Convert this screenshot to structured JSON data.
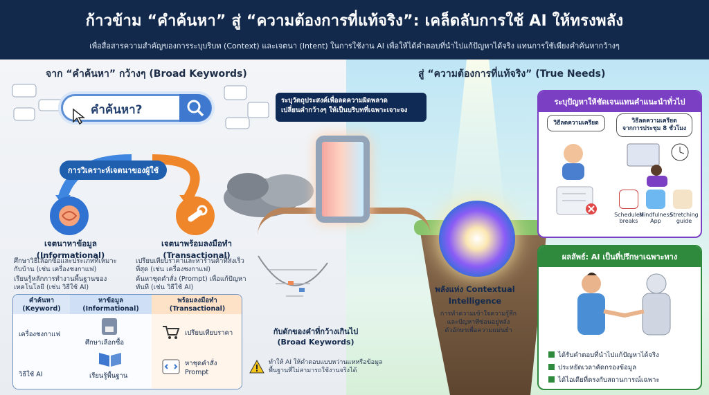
{
  "header": {
    "title": "ก้าวข้าม “คำค้นหา” สู่ “ความต้องการที่แท้จริง”: เคล็ดลับการใช้ AI ให้ทรงพลัง",
    "subtitle": "เพื่อสื่อสารความสำคัญของการระบุบริบท (Context) และเจตนา (Intent) ในการใช้งาน AI เพื่อให้ได้คำตอบที่นำไปแก้ปัญหาได้จริง แทนการใช้เพียงคำค้นหากว้างๆ"
  },
  "left": {
    "title": "จาก “คำค้นหา” กว้างๆ (Broad Keywords)",
    "search_text": "คำค้นหา?",
    "intent_pill": "การวิเคราะห์เจตนาของผู้ใช้",
    "informational": {
      "title": "เจตนาหาข้อมูล\n(Informational)",
      "bullets": [
        "ศึกษาวิธีเลือกซื้อและประเภทที่เหมาะกับบ้าน (เช่น เครื่องชงกาแฟ)",
        "เรียนรู้หลักการทำงานพื้นฐานของเทคโนโลยี (เช่น วิธีใช้ AI)"
      ]
    },
    "transactional": {
      "title": "เจตนาพร้อมลงมือทำ\n(Transactional)",
      "bullets": [
        "เปรียบเทียบราคาและหาร้านค้าที่ส่งเร็วที่สุด (เช่น เครื่องชงกาแฟ)",
        "ค้นหาชุดคำสั่ง (Prompt) เพื่อแก้ปัญหาทันที (เช่น วิธีใช้ AI)"
      ]
    },
    "table": {
      "headers": [
        "คำค้นหา\n(Keyword)",
        "หาข้อมูล\n(Informational)",
        "พร้อมลงมือทำ\n(Transactional)"
      ],
      "rows": [
        {
          "keyword": "เครื่องชงกาแฟ",
          "info": "ศึกษาเลือกซื้อ",
          "trans": "เปรียบเทียบราคา"
        },
        {
          "keyword": "วิธีใช้ AI",
          "info": "เรียนรู้พื้นฐาน",
          "trans": "หาชุดคำสั่ง\nPrompt"
        }
      ]
    }
  },
  "center": {
    "callout": "ระบุวัตถุประสงค์เพื่อลดความผิดพลาด\nเปลี่ยนคำกว้างๆ ให้เป็นบริบทที่เฉพาะเจาะจง",
    "trap_title": "กับดักของคำที่กว้างเกินไป\n(Broad Keywords)",
    "trap_text": "ทำให้ AI ให้คำตอบแบบหว่านแหหรือข้อมูลพื้นฐานที่ไม่สามารถใช้งานจริงได้",
    "orb_title": "พลังแห่ง Contextual\nIntelligence",
    "orb_text": "การทำความเข้าใจความรู้สึก\nและปัญหาที่ซ่อนอยู่หลัง\nตัวอักษรเพื่อความแม่นยำ"
  },
  "right": {
    "title": "สู่ “ความต้องการที่แท้จริง” (True Needs)",
    "card1": {
      "title": "ระบุปัญหาให้ชัดเจนแทนคำแนะนำทั่วไป",
      "bubble_left": "วิธีลดความเครียด",
      "bubble_right": "วิธีลดความเครียด\nจากการประชุม 8 ชั่วโมง",
      "apps": [
        "Scheduled\nbreaks",
        "Mindfulness\nApp",
        "Stretching\nguide"
      ]
    },
    "card2": {
      "title": "ผลลัพธ์: AI เป็นที่ปรึกษาเฉพาะทาง",
      "checks": [
        "ได้รับคำตอบที่นำไปแก้ปัญหาได้จริง",
        "ประหยัดเวลาคัดกรองข้อมูล",
        "ได้ไอเดียที่ตรงกับสถานการณ์เฉพาะ"
      ]
    }
  },
  "colors": {
    "navy": "#13294b",
    "blue": "#1f5fae",
    "purple": "#7b3fc4",
    "green": "#2f8a3e",
    "orange": "#f0862a"
  }
}
